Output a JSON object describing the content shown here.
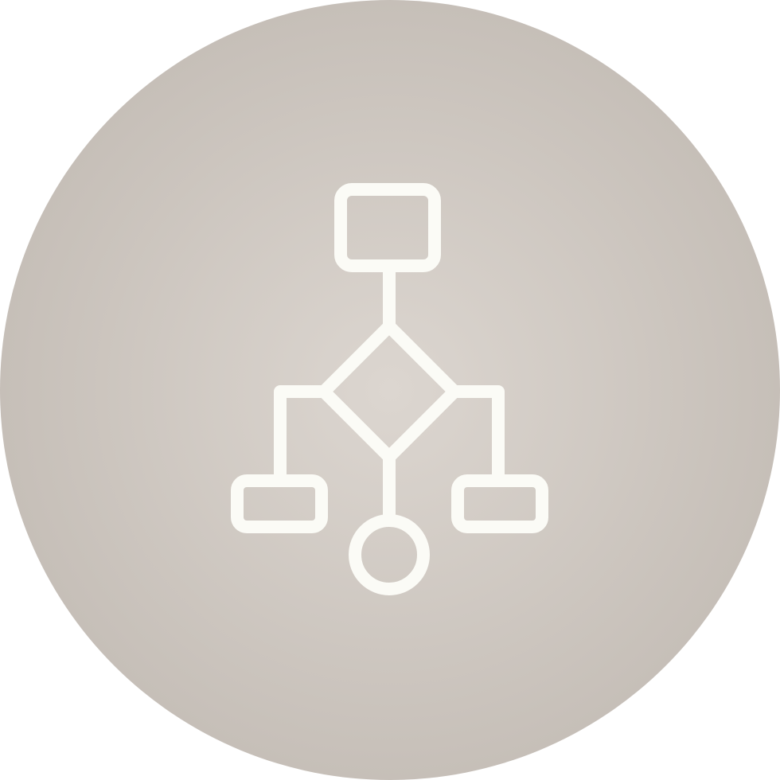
{
  "icon": {
    "name": "flowchart-icon",
    "shapes": [
      "start-rectangle",
      "decision-diamond",
      "left-process-rectangle",
      "right-process-rectangle",
      "end-circle"
    ]
  },
  "colors": {
    "badge_center": "#dcd6d0",
    "badge_edge": "#c6bfb8",
    "stroke": "#fbfbf6"
  }
}
